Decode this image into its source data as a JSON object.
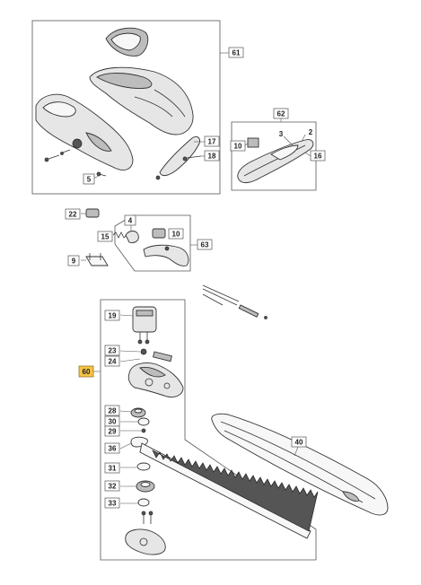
{
  "callouts": {
    "c61": "61",
    "c62": "62",
    "c2": "2",
    "c3": "3",
    "c10a": "10",
    "c16": "16",
    "c17": "17",
    "c18": "18",
    "c5": "5",
    "c22": "22",
    "c4": "4",
    "c15": "15",
    "c10b": "10",
    "c63": "63",
    "c9": "9",
    "c19": "19",
    "c23": "23",
    "c24": "24",
    "c60": "60",
    "c28": "28",
    "c30": "30",
    "c29": "29",
    "c36": "36",
    "c31": "31",
    "c32": "32",
    "c33": "33",
    "c40": "40"
  },
  "colors": {
    "highlight": "#f6c445",
    "line": "#555555",
    "part_fill": "#e6e6e6"
  }
}
